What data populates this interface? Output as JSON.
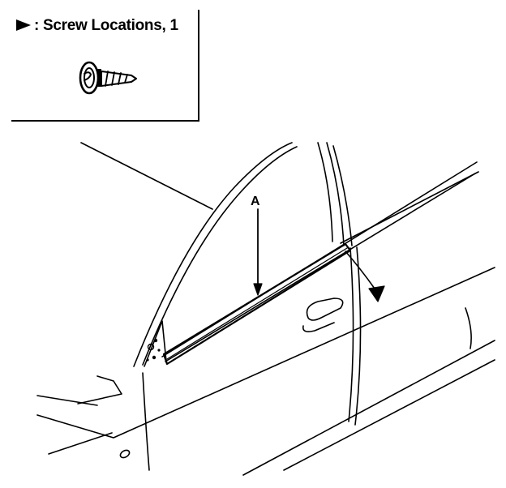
{
  "legend": {
    "marker_icon": "filled-triangle-pointer",
    "label": ": Screw Locations, 1",
    "screw_icon": "screw-icon"
  },
  "callouts": {
    "a_label": "A"
  },
  "colors": {
    "ink": "#000000",
    "paper": "#ffffff"
  }
}
